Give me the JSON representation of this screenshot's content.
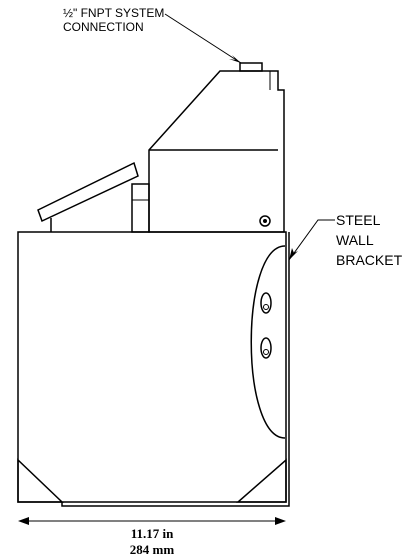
{
  "labels": {
    "connection_line1": "½\" FNPT SYSTEM",
    "connection_line2": "CONNECTION",
    "bracket_line1": "STEEL",
    "bracket_line2": "WALL",
    "bracket_line3": "BRACKET"
  },
  "dimension": {
    "imperial": "11.17 in",
    "metric": "284 mm"
  },
  "colors": {
    "stroke": "#000000",
    "background": "#ffffff"
  }
}
